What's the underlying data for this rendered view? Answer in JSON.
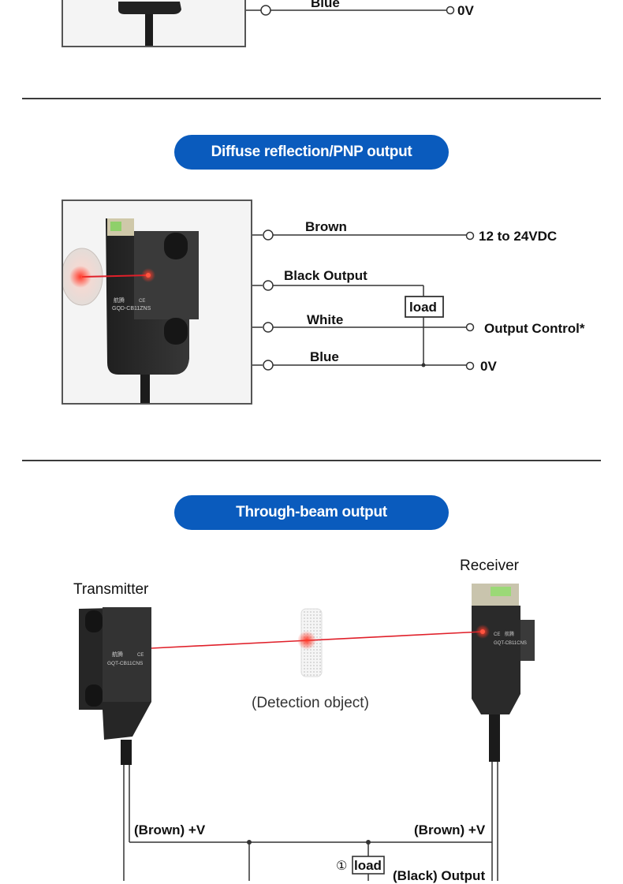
{
  "top_section": {
    "wire_blue": "Blue",
    "terminal_0v": "0V"
  },
  "diffuse_section": {
    "title": "Diffuse reflection/PNP output",
    "wire_brown": "Brown",
    "wire_black": "Black Output",
    "wire_white": "White",
    "wire_blue": "Blue",
    "terminal_supply": "12 to 24VDC",
    "terminal_control": "Output Control*",
    "terminal_0v": "0V",
    "load": "load",
    "device_label": "GQD-CB11ZNS",
    "brand": "航腾",
    "ce": "CE"
  },
  "through_section": {
    "title": "Through-beam output",
    "transmitter": "Transmitter",
    "receiver": "Receiver",
    "object": "(Detection object)",
    "tx_brown": "(Brown) +V",
    "rx_brown": "(Brown) +V",
    "rx_black": "(Black) Output",
    "load": "load",
    "load_marker": "①",
    "tx_label": "GQT-CB11CNS",
    "rx_label": "GQT-CB11CNS",
    "brand": "航腾",
    "ce": "CE"
  },
  "colors": {
    "pill": "#0a5bbd",
    "laser": "#e0202a",
    "sensor_body": "#2a2a2a",
    "rule": "#3b3b3b"
  }
}
